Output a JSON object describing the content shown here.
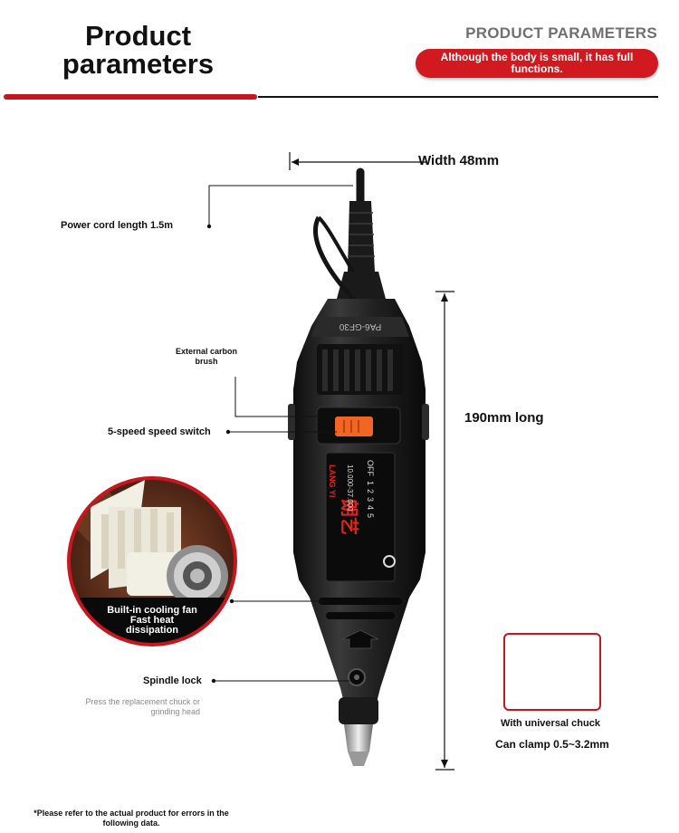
{
  "header": {
    "title_line1": "Product",
    "title_line2": "parameters",
    "section_heading": "PRODUCT PARAMETERS",
    "tagline": "Although the body is small, it has full functions."
  },
  "dimensions": {
    "width": "Width 48mm",
    "length": "190mm long"
  },
  "callouts": {
    "power_cord": "Power cord length 1.5m",
    "carbon_brush_line1": "External carbon",
    "carbon_brush_line2": "brush",
    "speed_switch": "5-speed speed switch",
    "cooling_fan_line1": "Built-in cooling fan",
    "cooling_fan_line2": "Fast heat",
    "cooling_fan_line3": "dissipation",
    "spindle_lock": "Spindle lock",
    "spindle_note_line1": "Press the replacement chuck or",
    "spindle_note_line2": "grinding head"
  },
  "chuck": {
    "caption": "With universal chuck",
    "clamp": "Can clamp 0.5~3.2mm"
  },
  "tool_markings": {
    "material": "PA6-GF30",
    "speed_scale": [
      "OFF",
      "1",
      "2",
      "3",
      "4",
      "5"
    ],
    "brand_cn": "朗艺",
    "brand_en": "LANG YI",
    "rpm": "10.000-37.000"
  },
  "footnote": {
    "line1": "*Please refer to the actual product for errors in the",
    "line2": "following data."
  },
  "colors": {
    "accent_red": "#c7161e",
    "tool_body": "#1c1c1c",
    "switch_orange": "#f26522"
  }
}
